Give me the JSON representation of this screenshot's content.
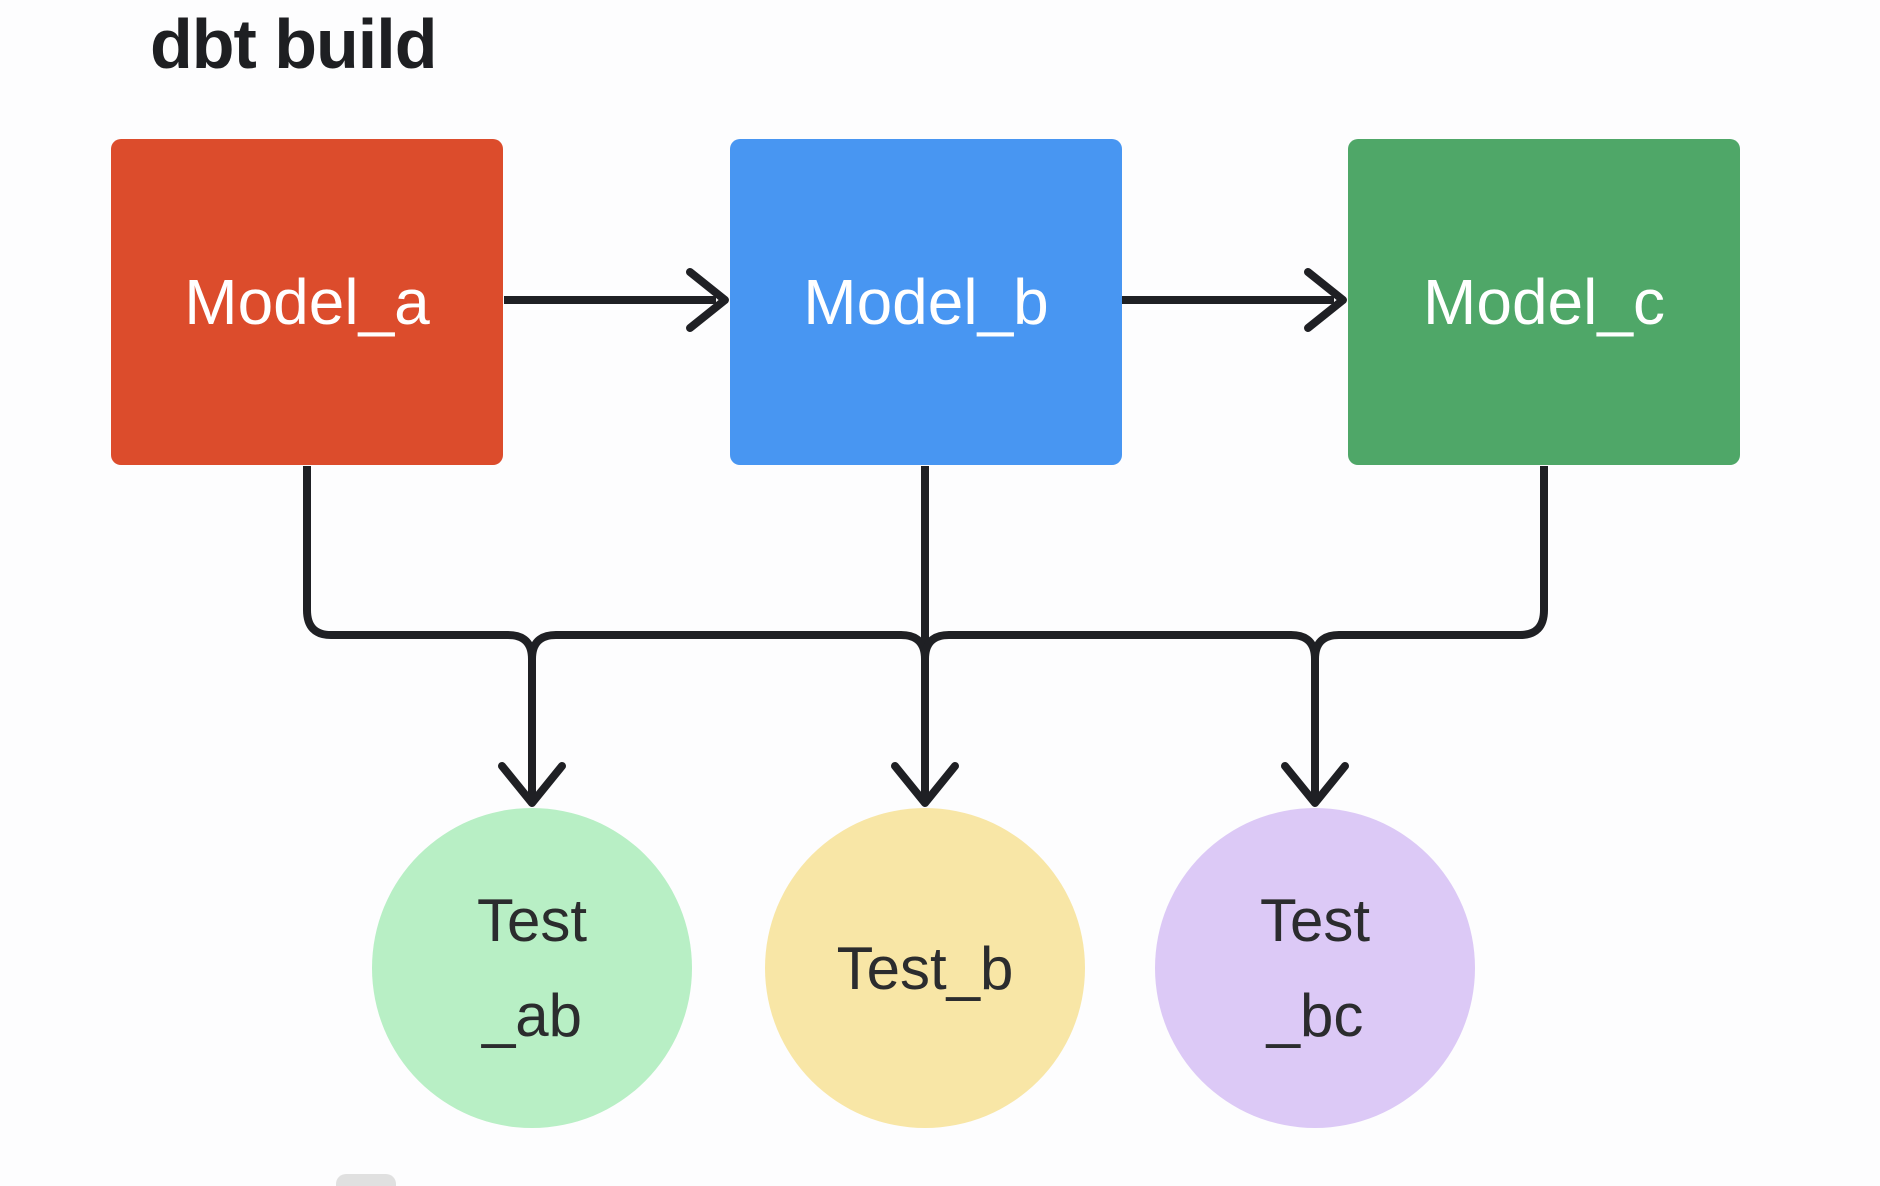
{
  "title": "dbt build",
  "colors": {
    "background": "#fdfdfe",
    "line": "#1f2024",
    "title-text": "#1e1f22",
    "node-text-light": "#ffffff",
    "node-text-dark": "#2b2c2e",
    "model-a": "#dc4c2c",
    "model-b": "#4896f2",
    "model-c": "#4fa768",
    "test-ab": "#b8efc5",
    "test-b": "#f8e6a6",
    "test-bc": "#dcc9f6"
  },
  "nodes": {
    "models": [
      {
        "id": "model-a",
        "label": "Model_a"
      },
      {
        "id": "model-b",
        "label": "Model_b"
      },
      {
        "id": "model-c",
        "label": "Model_c"
      }
    ],
    "tests": [
      {
        "id": "test-ab",
        "line1": "Test",
        "line2": "_ab"
      },
      {
        "id": "test-b",
        "line1": "Test_b",
        "line2": ""
      },
      {
        "id": "test-bc",
        "line1": "Test",
        "line2": "_bc"
      }
    ]
  },
  "edges": [
    {
      "from": "Model_a",
      "to": "Model_b"
    },
    {
      "from": "Model_b",
      "to": "Model_c"
    },
    {
      "from": "Model_a",
      "to": "Test_ab"
    },
    {
      "from": "Model_b",
      "to": "Test_ab"
    },
    {
      "from": "Model_b",
      "to": "Test_b"
    },
    {
      "from": "Model_b",
      "to": "Test_bc"
    },
    {
      "from": "Model_c",
      "to": "Test_bc"
    }
  ]
}
